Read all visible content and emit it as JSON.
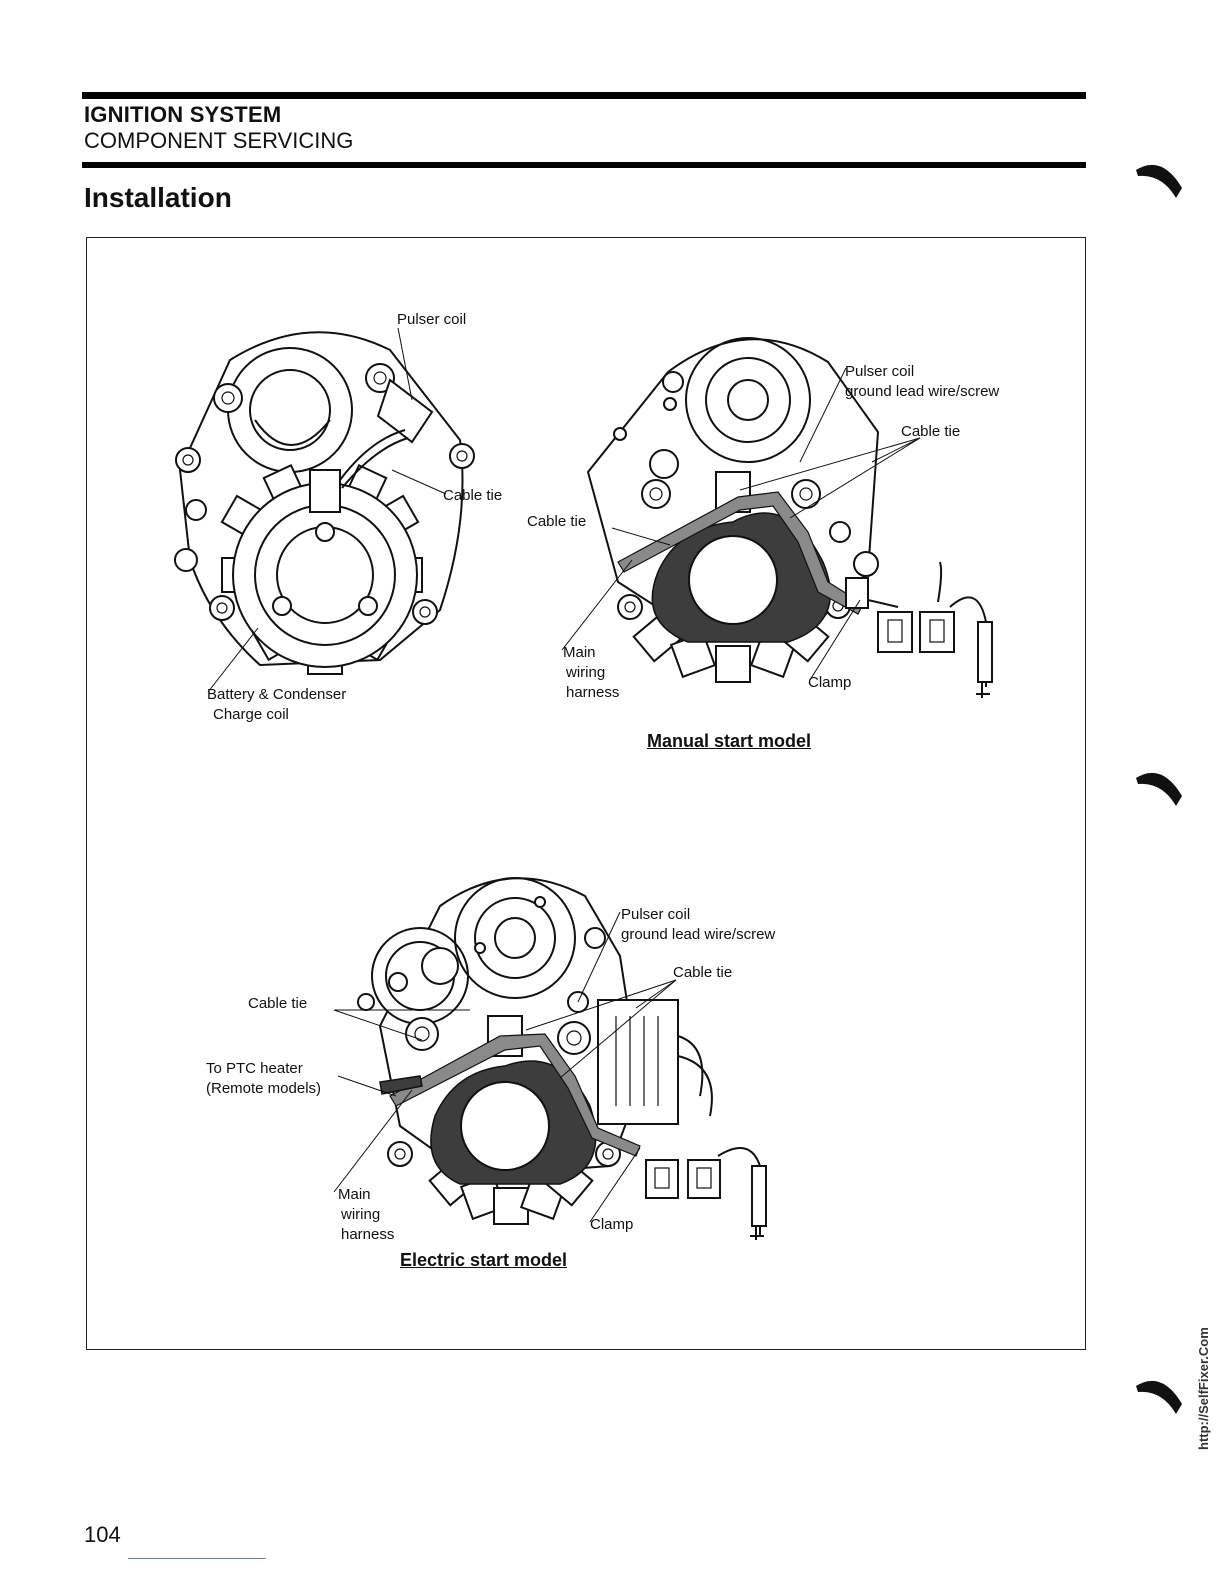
{
  "header": {
    "section": "IGNITION SYSTEM",
    "subsection": "COMPONENT SERVICING"
  },
  "heading": "Installation",
  "figure": {
    "stator": {
      "pulser_coil": "Pulser coil",
      "cable_tie": "Cable tie",
      "battery_line1": "Battery & Condenser",
      "battery_line2": "Charge coil"
    },
    "manual": {
      "pulser_line1": "Pulser coil",
      "pulser_line2": "ground lead wire/screw",
      "cable_tie_right": "Cable tie",
      "cable_tie_left": "Cable tie",
      "harness_line1": "Main",
      "harness_line2": "wiring",
      "harness_line3": "harness",
      "clamp": "Clamp",
      "caption": "Manual start model"
    },
    "electric": {
      "pulser_line1": "Pulser coil",
      "pulser_line2": "ground lead wire/screw",
      "cable_tie_right": "Cable tie",
      "cable_tie_left": "Cable tie",
      "ptc_line1": "To PTC heater",
      "ptc_line2": "(Remote models)",
      "harness_line1": "Main",
      "harness_line2": "wiring",
      "harness_line3": "harness",
      "clamp": "Clamp",
      "caption": "Electric start model"
    }
  },
  "page_number": "104",
  "watermark": "http://SelfFixer.Com"
}
